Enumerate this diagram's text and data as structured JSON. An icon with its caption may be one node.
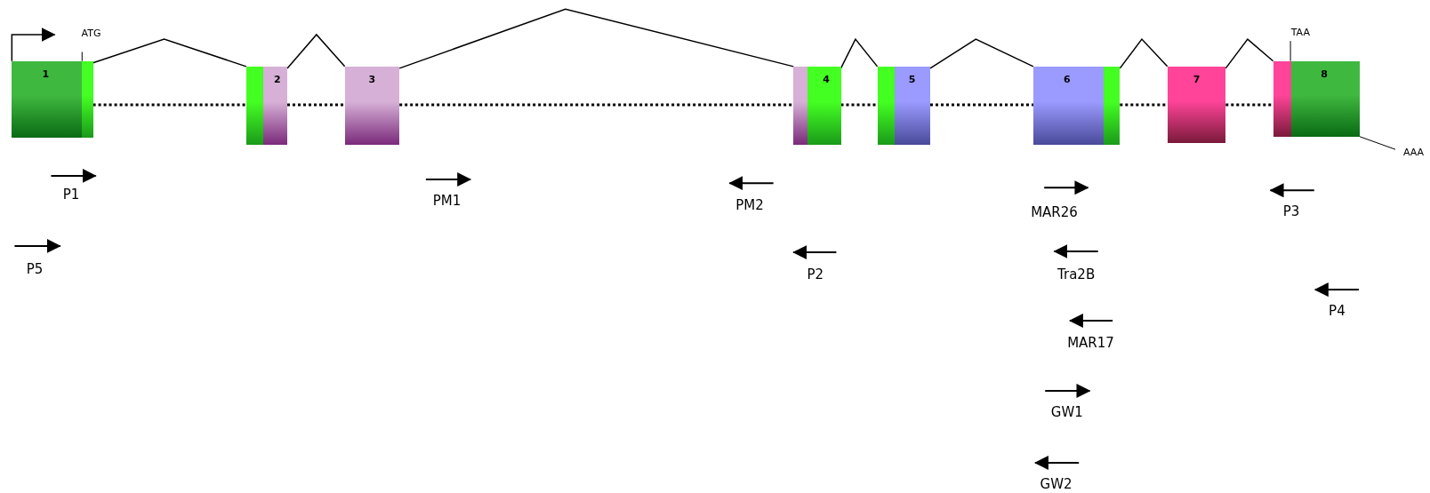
{
  "diagram": {
    "nodes": [
      {
        "text": [
          "1"
        ]
      },
      {
        "text": [
          "2"
        ]
      },
      {
        "text": [
          "3"
        ]
      },
      {
        "text": [
          "4"
        ]
      },
      {
        "text": [
          "5"
        ]
      },
      {
        "text": [
          "6"
        ]
      },
      {
        "text": [
          "7"
        ]
      },
      {
        "text": [
          "8"
        ]
      }
    ],
    "edges": [
      {
        "from": 0,
        "to": 1,
        "arrow": "none"
      },
      {
        "from": 1,
        "to": 2,
        "arrow": "none"
      },
      {
        "from": 2,
        "to": 3,
        "arrow": "none"
      },
      {
        "from": 3,
        "to": 4,
        "arrow": "none"
      },
      {
        "from": 4,
        "to": 5,
        "arrow": "none"
      },
      {
        "from": 5,
        "to": 6,
        "arrow": "none"
      },
      {
        "from": 6,
        "to": 7,
        "arrow": "none"
      },
      {
        "from": 0,
        "to": 1,
        "arrow": "none",
        "style": "dashed"
      },
      {
        "from": 1,
        "to": 2,
        "arrow": "none",
        "style": "dashed"
      },
      {
        "from": 2,
        "to": 3,
        "arrow": "none",
        "style": "dashed"
      },
      {
        "from": 3,
        "to": 4,
        "arrow": "none",
        "style": "dashed"
      },
      {
        "from": 4,
        "to": 5,
        "arrow": "none",
        "style": "dashed"
      },
      {
        "from": 5,
        "to": 6,
        "arrow": "none",
        "style": "dashed"
      },
      {
        "from": 6,
        "to": 7,
        "arrow": "none",
        "style": "dashed"
      },
      {
        "from": 0,
        "to": null,
        "arrow": "to"
      }
    ],
    "labels": [
      "ATG",
      "TAA",
      "AAA",
      "P1",
      "PM1",
      "PM2",
      "MAR26",
      "P3",
      "P5",
      "P2",
      "Tra2B",
      "P4",
      "MAR17",
      "GW1",
      "GW2"
    ]
  }
}
